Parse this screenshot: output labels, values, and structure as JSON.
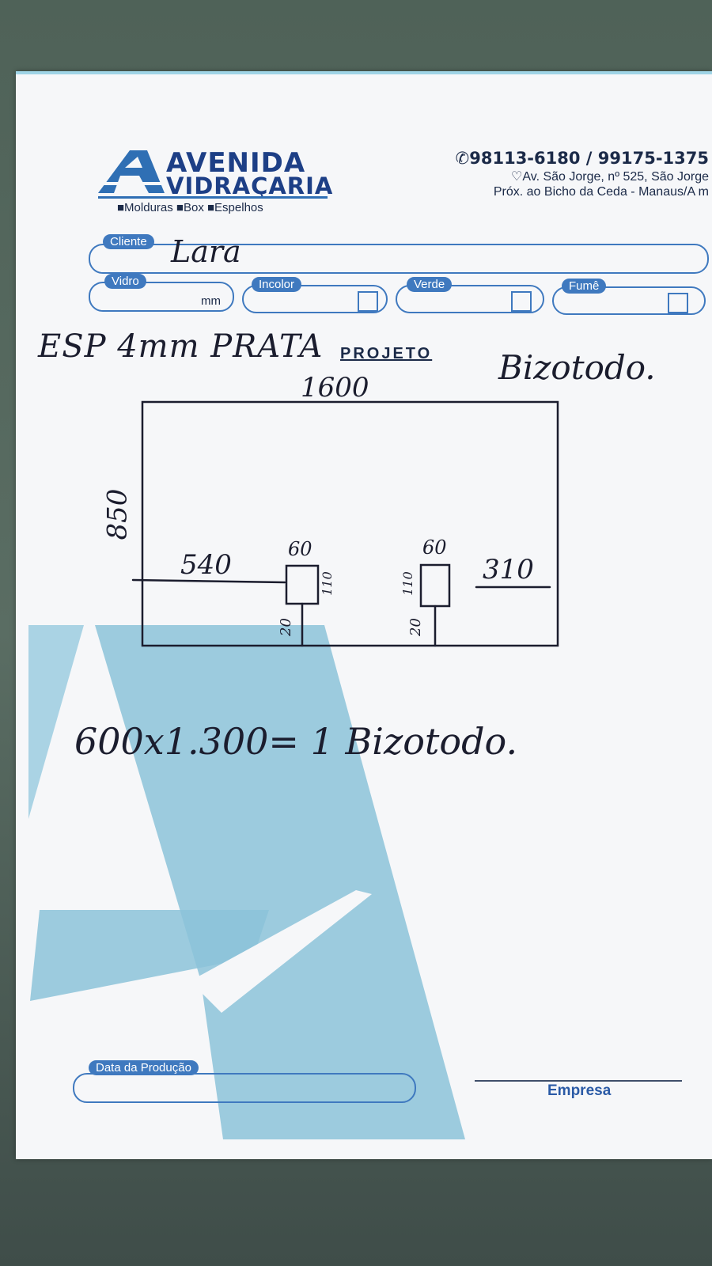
{
  "header": {
    "brand_line1": "AVENIDA",
    "brand_line2": "VIDRAÇARIA",
    "tagline": "■Molduras ■Box ■Espelhos",
    "phone": "✆98113-6180 / 99175-1375",
    "address": "♡Av. São Jorge, nº 525, São Jorge",
    "nearby": "Próx. ao Bicho da Ceda - Manaus/A m"
  },
  "form": {
    "cliente_label": "Cliente",
    "cliente_value": "Lara",
    "vidro_label": "Vidro",
    "vidro_unit": "mm",
    "incolor_label": "Incolor",
    "verde_label": "Verde",
    "fume_label": "Fumê",
    "data_producao_label": "Data da Produção",
    "empresa_label": "Empresa"
  },
  "notes": {
    "spec": "ESP 4mm PRATA",
    "projeto_label": "PROJETO",
    "finish": "Bizotodo.",
    "summary": "600x1.300= 1 Bizotodo."
  },
  "drawing": {
    "width_dim": "1600",
    "height_dim": "850",
    "left_offset": "540",
    "right_offset": "310",
    "cutout_width_left": "60",
    "cutout_width_right": "60",
    "cutout_height_left": "110",
    "cutout_height_right": "110",
    "bottom_offset_left": "20",
    "bottom_offset_right": "20"
  },
  "colors": {
    "brand_blue": "#1d3f86",
    "form_blue": "#3f79bf",
    "watermark_blue": "#8cc3d9"
  }
}
